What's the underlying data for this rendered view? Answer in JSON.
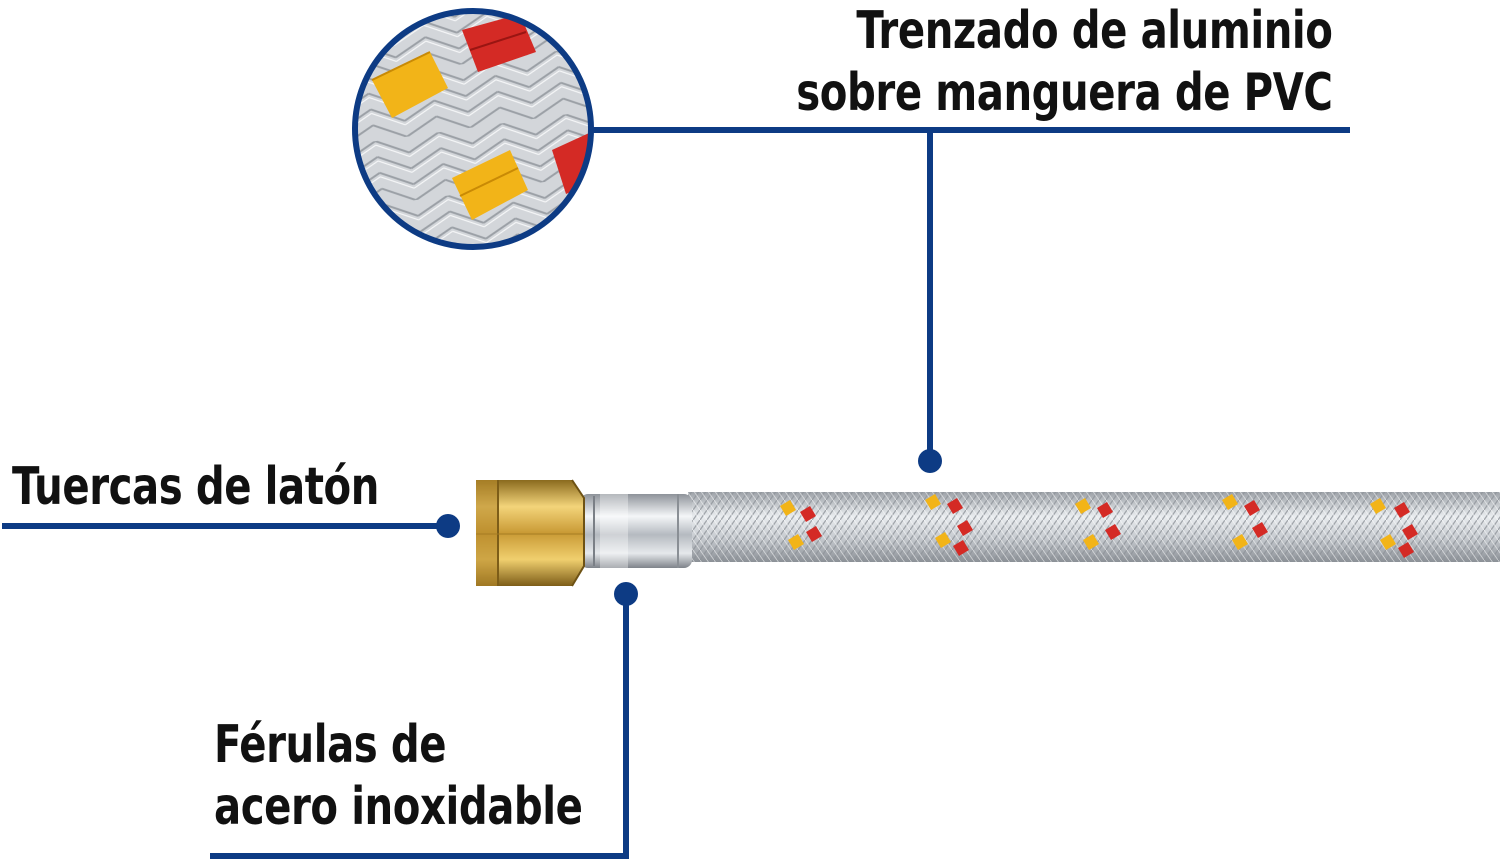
{
  "callouts": {
    "braid": {
      "line1": "Trenzado de aluminio",
      "line2": "sobre manguera de PVC"
    },
    "nut": {
      "text": "Tuercas de latón"
    },
    "ferrule": {
      "line1": "Férulas de",
      "line2": "acero inoxidable"
    }
  },
  "colors": {
    "leader": "#0d3b84",
    "text": "#111111",
    "brass": "#d6a640",
    "steel": "#c9cdd2",
    "braid_red": "#d42a25",
    "braid_yellow": "#f2b418"
  }
}
